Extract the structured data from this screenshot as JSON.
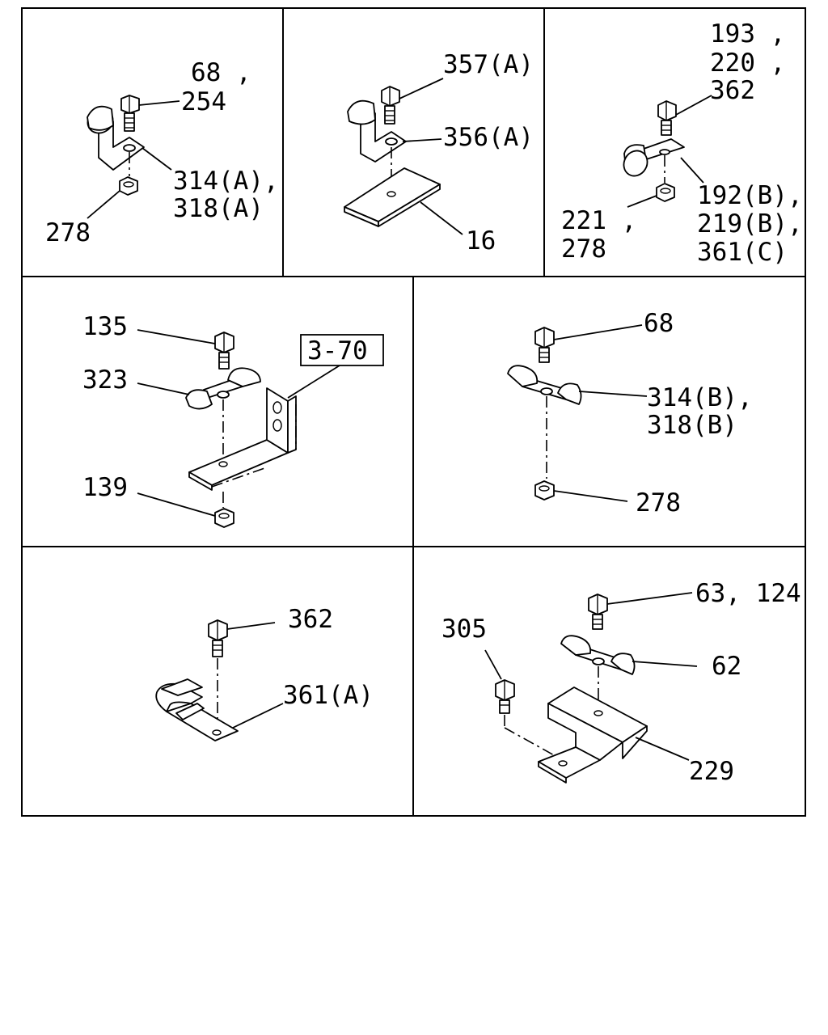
{
  "panels": [
    {
      "id": "p1",
      "labels": [
        "68 ,",
        "254",
        "314(A),",
        "318(A)",
        "278"
      ]
    },
    {
      "id": "p2",
      "labels": [
        "357(A)",
        "356(A)",
        "16"
      ]
    },
    {
      "id": "p3",
      "labels": [
        "193 ,",
        "220 ,",
        "362",
        "192(B),",
        "219(B),",
        "361(C)",
        "221 ,",
        "278"
      ]
    },
    {
      "id": "p4",
      "labels": [
        "135",
        "323",
        "139"
      ],
      "reference": "3-70"
    },
    {
      "id": "p5",
      "labels": [
        "68",
        "314(B),",
        "318(B)",
        "278"
      ]
    },
    {
      "id": "p6",
      "labels": [
        "362",
        "361(A)"
      ]
    },
    {
      "id": "p7",
      "labels": [
        "63, 124",
        "305",
        "62",
        "229"
      ]
    }
  ]
}
